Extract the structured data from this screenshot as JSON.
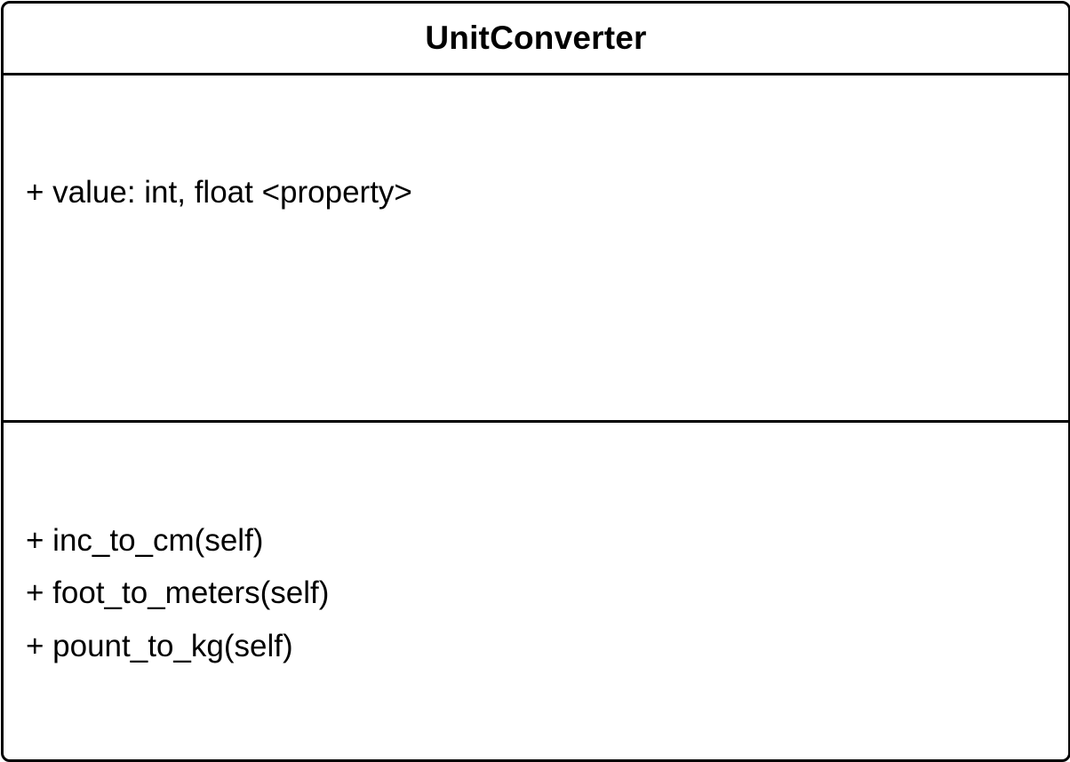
{
  "class": {
    "name": "UnitConverter",
    "attributes": [
      "+ value: int, float <property>"
    ],
    "methods": [
      "+ inc_to_cm(self)",
      "+ foot_to_meters(self)",
      "+ pount_to_kg(self)"
    ]
  },
  "colors": {
    "stroke": "#000000",
    "fill": "#ffffff",
    "text": "#000000"
  }
}
